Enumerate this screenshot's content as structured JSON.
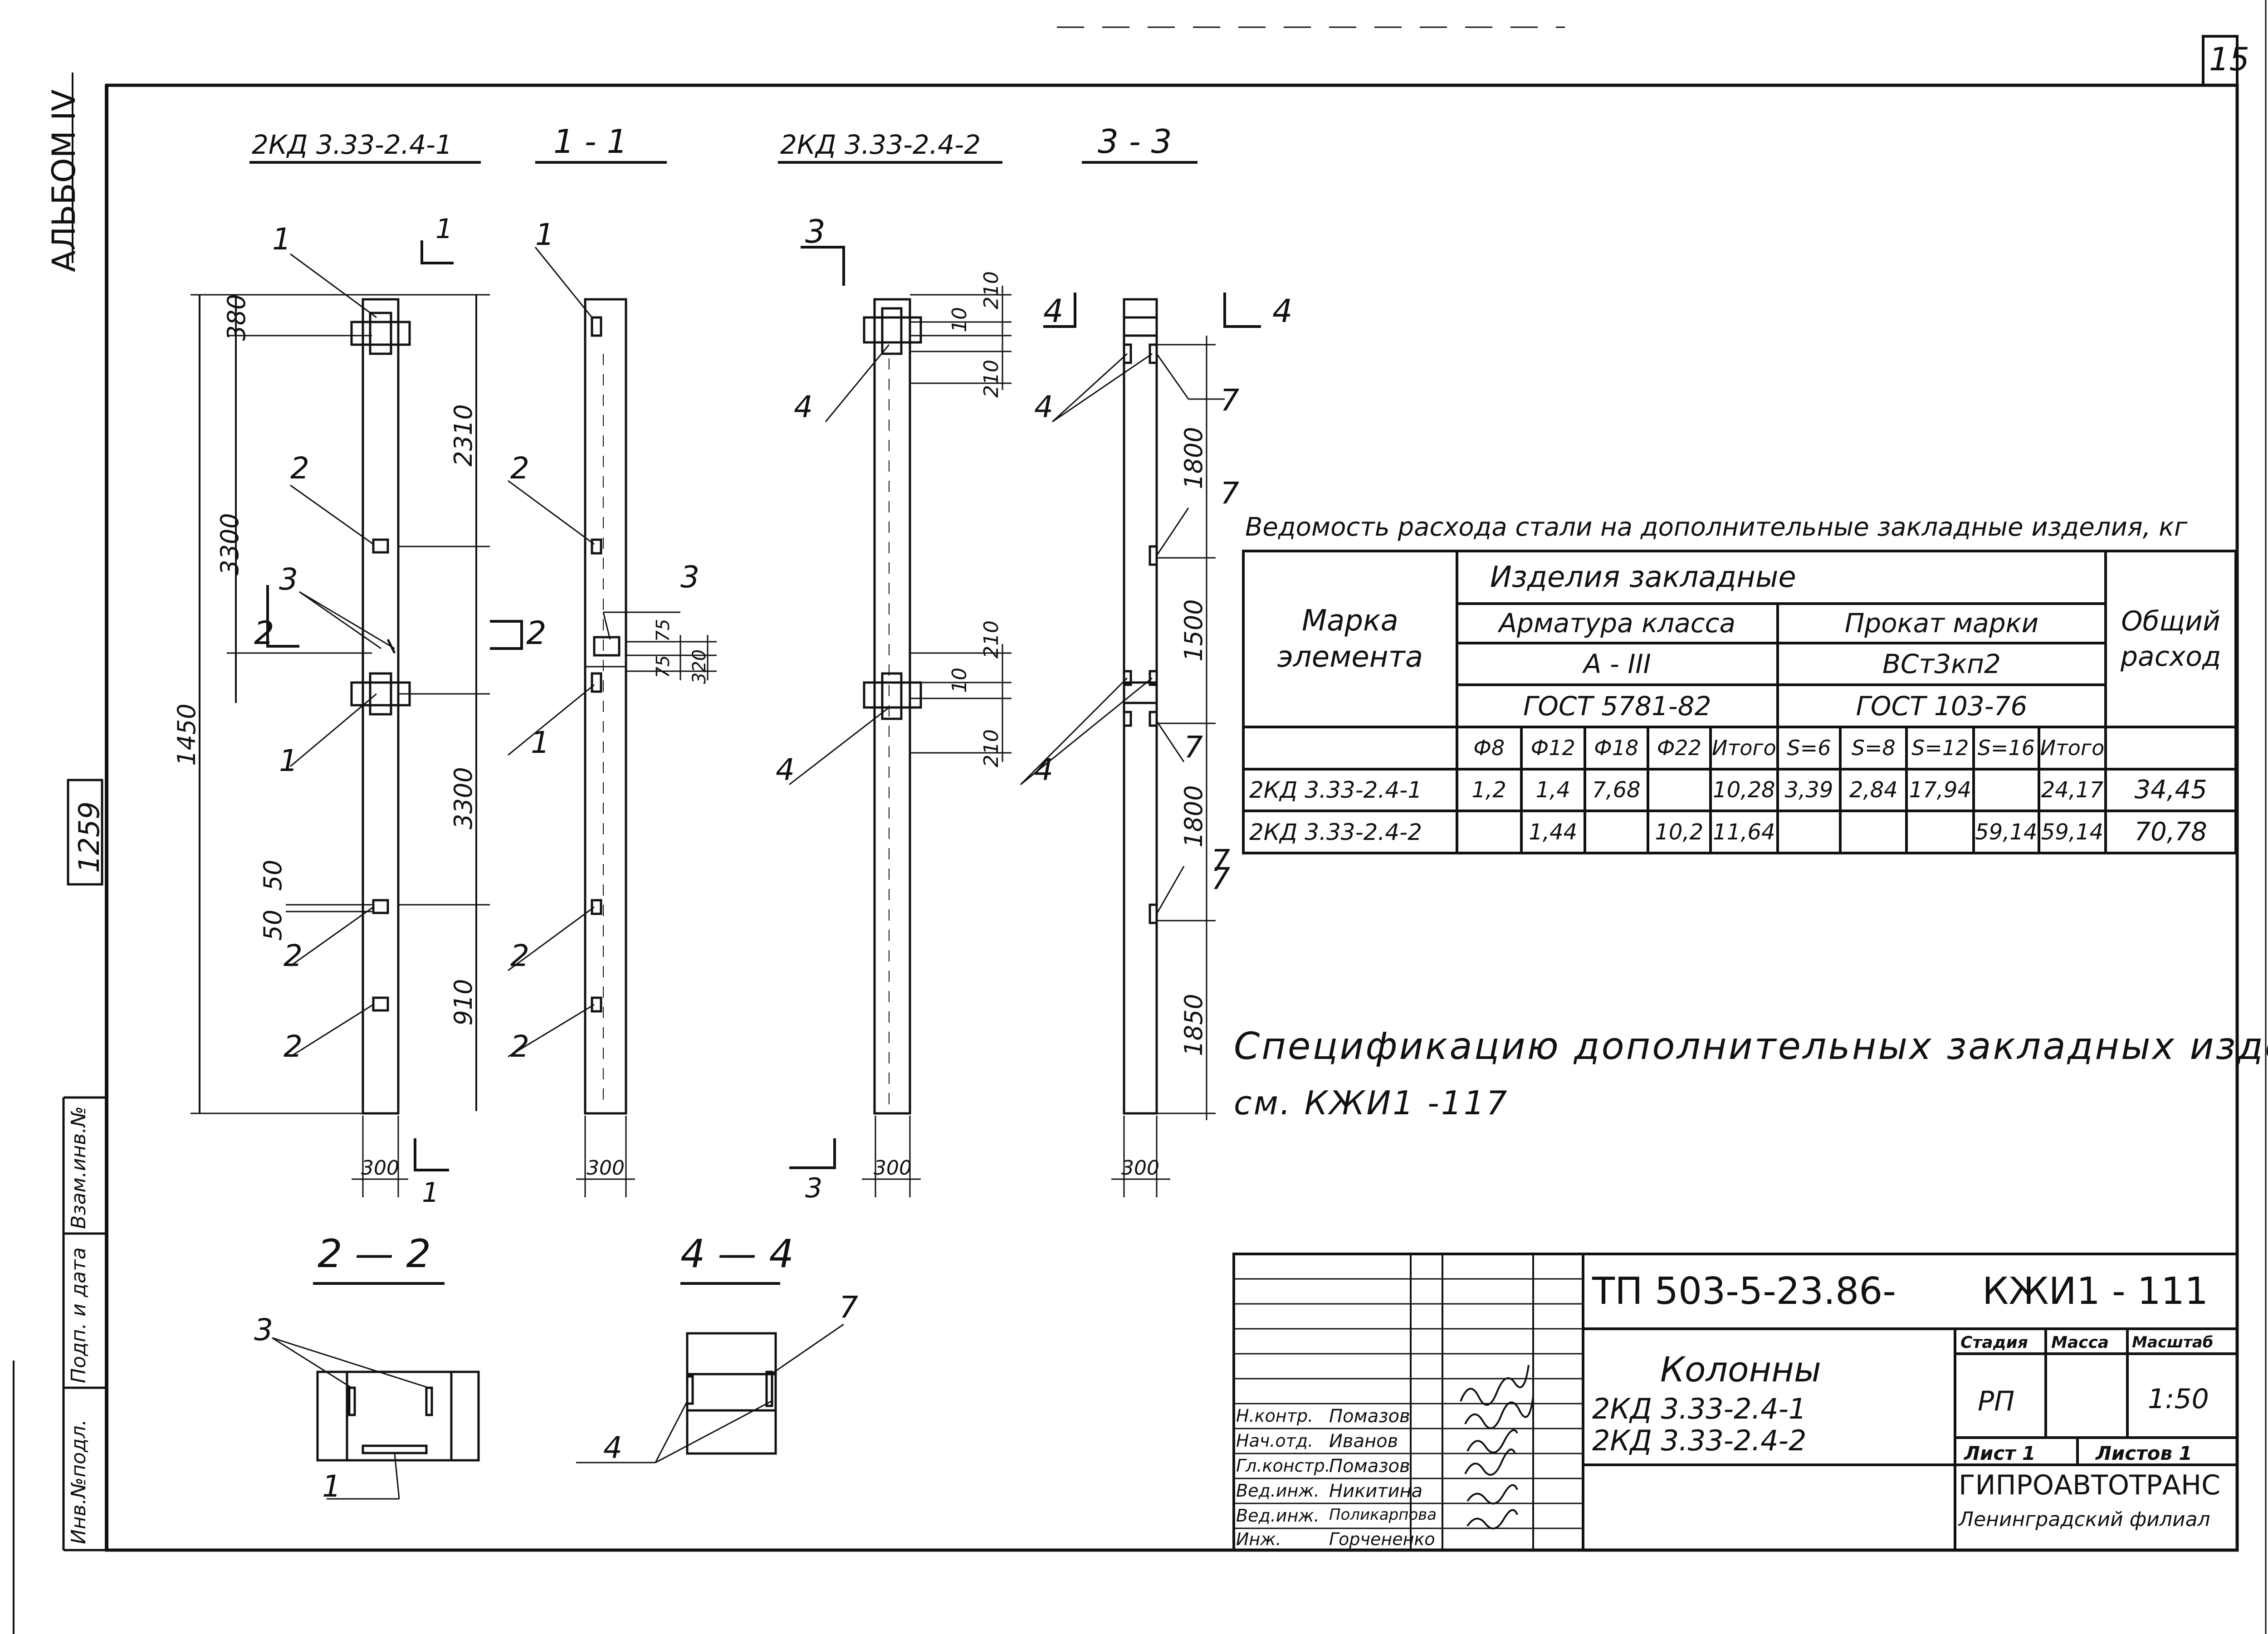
{
  "sheet": {
    "number": "15",
    "album": "АЛЬБОМ IV",
    "inventory": "1259",
    "side_stamps": [
      "Взам.инв.№",
      "Подп. и дата",
      "Инв.№подл."
    ]
  },
  "views": {
    "title_a": "2КД 3.33-2.4-1",
    "title_b": "1 - 1",
    "title_c": "2КД 3.33-2.4-2",
    "title_d": "3 - 3",
    "title_e": "2 — 2",
    "title_f": "4 — 4"
  },
  "dims": {
    "d380": "380",
    "d2310": "2310",
    "d3300a": "3300",
    "d3300b": "3300",
    "d14450": "1450",
    "d910": "910",
    "d50": "50",
    "d50b": "50",
    "d300a": "300",
    "d300b": "300",
    "d300c": "300",
    "d300d": "300",
    "d210a": "210",
    "d10a": "10",
    "d210b": "210",
    "d210c": "210",
    "d10b": "10",
    "d210d": "210",
    "d75a": "75",
    "d75b": "75",
    "d320": "320",
    "d1800a": "1800",
    "d1500": "1500",
    "d1800b": "1800",
    "d1850": "1850"
  },
  "marks": {
    "m1": "1",
    "m2": "2",
    "m3": "3",
    "m4": "4",
    "m7": "7"
  },
  "section_marks": {
    "s1": "1",
    "s2": "2",
    "s3": "3",
    "s4": "4"
  },
  "table": {
    "caption": "Ведомость расхода стали на дополнительные закладные изделия, кг",
    "col_mark": "Марка элемента",
    "group": "Изделия закладные",
    "rebar_class": "Арматура класса",
    "rebar_grade": "А - III",
    "rebar_gost": "ГОСТ 5781-82",
    "rolled": "Прокат марки",
    "rolled_grade": "ВСт3кп2",
    "rolled_gost": "ГОСТ 103-76",
    "total": "Общий расход",
    "sub": [
      "Ф8",
      "Ф12",
      "Ф18",
      "Ф22",
      "Итого",
      "S=6",
      "S=8",
      "S=12",
      "S=16",
      "Итого"
    ],
    "rows": [
      {
        "mark": "2КД 3.33-2.4-1",
        "cells": [
          "1,2",
          "1,4",
          "7,68",
          "",
          "10,28",
          "3,39",
          "2,84",
          "17,94",
          "",
          "24,17"
        ],
        "total": "34,45"
      },
      {
        "mark": "2КД 3.33-2.4-2",
        "cells": [
          "",
          "1,44",
          "",
          "10,2",
          "11,64",
          "",
          "",
          "",
          "59,14",
          "59,14"
        ],
        "total": "70,78"
      }
    ]
  },
  "note": {
    "line1": "Спецификацию дополнительных закладных изделий",
    "line2": "см.  КЖИ1 -117"
  },
  "title_block": {
    "code": "ТП 503-5-23.86-",
    "sheet_code": "КЖИ1 - 111",
    "object": "Колонны",
    "item1": "2КД 3.33-2.4-1",
    "item2": "2КД 3.33-2.4-2",
    "stage_h": "Стадия",
    "mass_h": "Масса",
    "scale_h": "Масштаб",
    "stage": "РП",
    "scale": "1:50",
    "sheet": "Лист 1",
    "sheets": "Листов 1",
    "org1": "ГИПРОАВТОТРАНС",
    "org2": "Ленинградский филиал",
    "roles": [
      {
        "role": "Н.контр.",
        "name": "Помазов"
      },
      {
        "role": "Нач.отд.",
        "name": "Иванов"
      },
      {
        "role": "Гл.констр.",
        "name": "Помазов"
      },
      {
        "role": "Вед.инж.",
        "name": "Никитина"
      },
      {
        "role": "Вед.инж.",
        "name": "Поликарпова"
      },
      {
        "role": "Инж.",
        "name": "Горчененко"
      }
    ]
  }
}
